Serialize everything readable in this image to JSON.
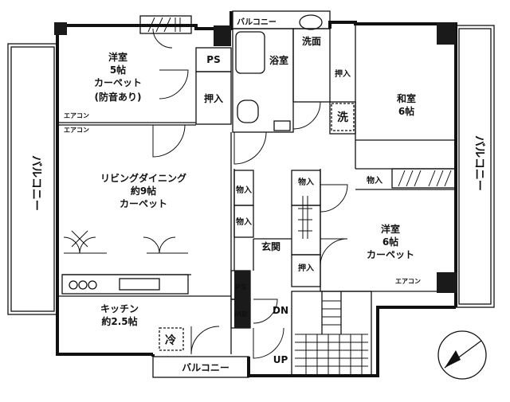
{
  "rooms": {
    "western_room_1": {
      "name": "洋室",
      "size": "5帖",
      "floor": "カーペット",
      "note": "(防音あり)"
    },
    "living_dining": {
      "name": "リビングダイニング",
      "size": "約9帖",
      "floor": "カーペット"
    },
    "kitchen": {
      "name": "キッチン",
      "size": "約2.5帖"
    },
    "bath": {
      "name": "浴室"
    },
    "washroom": {
      "name": "洗面"
    },
    "washer": {
      "name": "洗"
    },
    "japanese_room": {
      "name": "和室",
      "size": "6帖"
    },
    "western_room_2": {
      "name": "洋室",
      "size": "6帖",
      "floor": "カーペット"
    },
    "entrance": {
      "name": "玄関"
    },
    "fridge": {
      "name": "冷"
    }
  },
  "balconies": {
    "left": "バルコニー",
    "right": "バルコニー",
    "top": "バルコニー",
    "bottom": "バルコニー"
  },
  "storage": {
    "closet_label": "押入",
    "storage_label": "物入",
    "ps_label": "PS",
    "mb_label": "MB"
  },
  "aircon": {
    "label": "エアコン"
  },
  "stairs": {
    "down": "DN",
    "up": "UP"
  }
}
